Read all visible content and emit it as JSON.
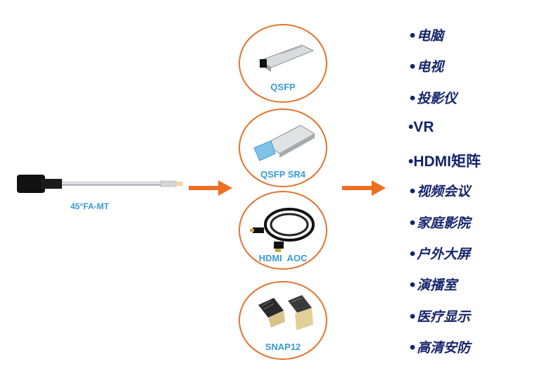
{
  "source": {
    "label": "45°FA-MT"
  },
  "modules": [
    {
      "name": "QSFP",
      "icon": "sfp-module-icon"
    },
    {
      "name": "QSFP SR4",
      "icon": "qsfp-module-icon"
    },
    {
      "name": "HDMI  AOC",
      "icon": "hdmi-cable-icon"
    },
    {
      "name": "SNAP12",
      "icon": "snap12-module-icon"
    }
  ],
  "applications": [
    "•电脑",
    "•电视",
    "•投影仪",
    "•VR",
    "•HDMI矩阵",
    "•视频会议",
    "•家庭影院",
    "•户外大屏",
    "•演播室",
    "•医疗显示",
    "•高清安防"
  ],
  "colors": {
    "accent": "#e2732d",
    "label": "#3a9ad6",
    "text": "#15246b"
  }
}
